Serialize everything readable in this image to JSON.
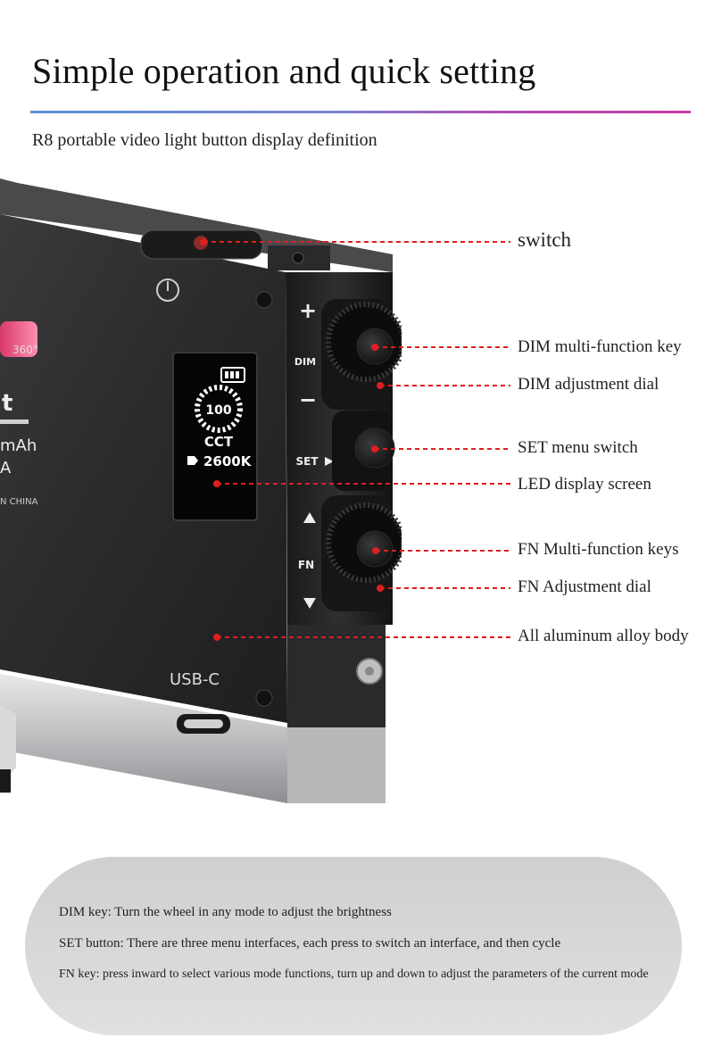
{
  "header": {
    "title": "Simple operation and quick setting",
    "subtitle": "R8 portable video light button display definition"
  },
  "device": {
    "screen": {
      "brightness": "100",
      "mode": "CCT",
      "value": "2600K"
    },
    "buttons": {
      "plus": "+",
      "dim": "DIM",
      "minus": "−",
      "set": "SET",
      "fn": "FN"
    },
    "port_label": "USB-C",
    "side_text": {
      "angle": "360°",
      "brand_fragment": "t",
      "capacity_fragment": "mAh",
      "spec_fragment": "A",
      "origin_fragment": "N CHINA"
    }
  },
  "callouts": [
    "switch",
    "DIM multi-function key",
    "DIM adjustment dial",
    "SET menu switch",
    "LED display screen",
    "FN Multi-function keys",
    "FN Adjustment dial",
    "All aluminum alloy body"
  ],
  "info": [
    "DIM key: Turn the wheel in any mode to adjust the brightness",
    "SET button: There are three menu interfaces, each press to switch an interface, and then cycle",
    "FN key: press inward to select various mode functions, turn up and down to adjust the parameters of the current mode"
  ],
  "colors": {
    "title_rule_start": "#5b8fd8",
    "title_rule_end": "#c83aa8",
    "callout_line": "#e01e1e",
    "device_body": "#2b2b2d",
    "panel": "#d6d6d6"
  }
}
